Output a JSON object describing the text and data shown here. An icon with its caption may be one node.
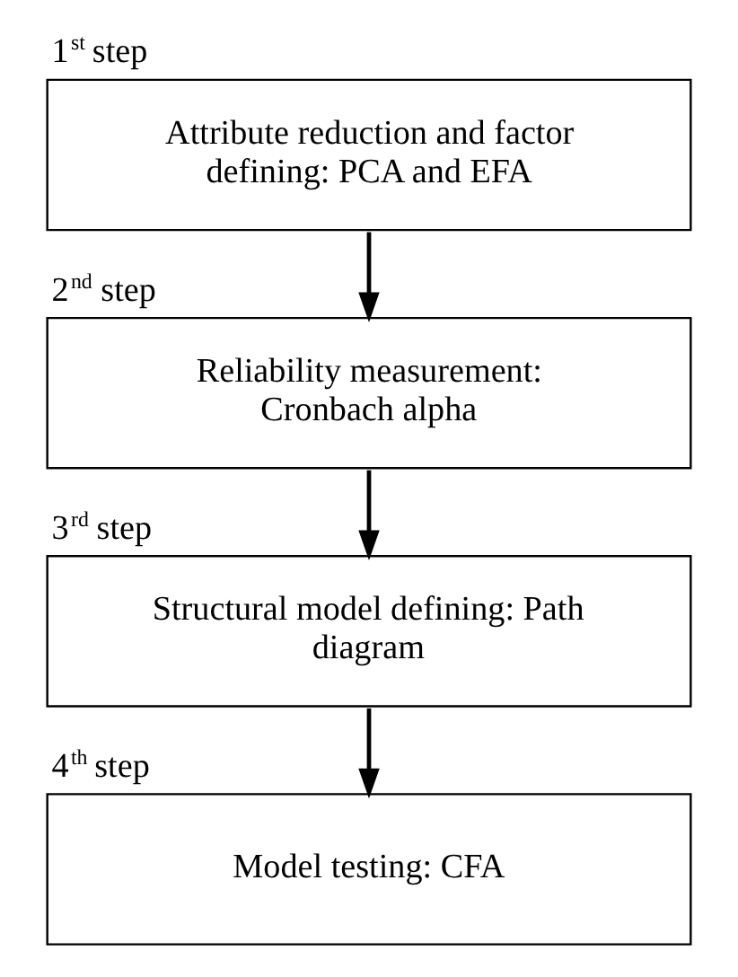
{
  "diagram": {
    "nodes": [
      {
        "text": [
          "1$^{st}$ step",
          "Attribute reduction and factor defining: PCA and EFA"
        ]
      },
      {
        "text": [
          "2$^{nd}$ step",
          "Reliability measurement: Cronbach alpha"
        ]
      },
      {
        "text": [
          "3$^{rd}$ step",
          "Structural model defining: Path diagram"
        ]
      },
      {
        "text": [
          "4$^{th}$ step",
          "Model testing: CFA"
        ]
      }
    ],
    "edges": [
      {
        "from": 0,
        "to": 1,
        "arrow": "to"
      },
      {
        "from": 1,
        "to": 2,
        "arrow": "to"
      },
      {
        "from": 2,
        "to": 3,
        "arrow": "to"
      }
    ]
  }
}
